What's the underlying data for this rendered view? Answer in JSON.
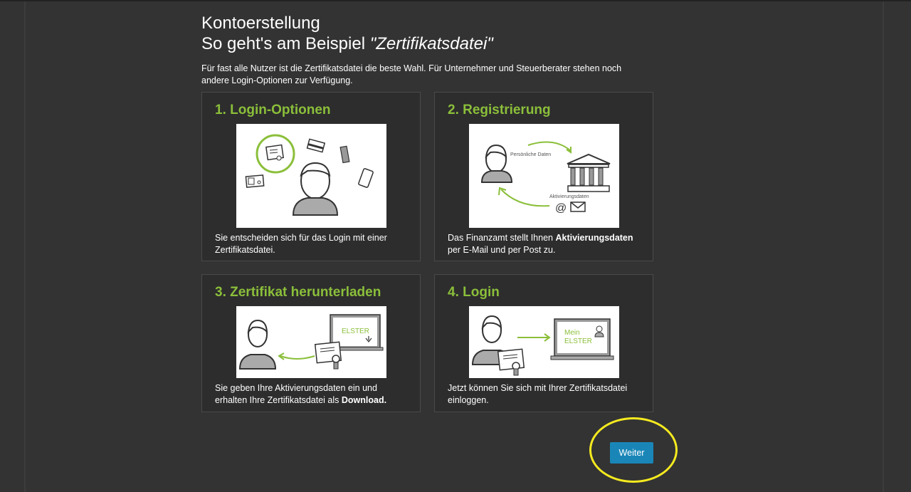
{
  "page": {
    "title_line1": "Kontoerstellung",
    "title_line2_prefix": "So geht's am Beispiel ",
    "title_line2_emphasis": "\"Zertifikatsdatei\"",
    "intro": "Für fast alle Nutzer ist die Zertifikatsdatei die beste Wahl. Für Unternehmer und Steuerberater stehen noch andere Login-Optionen zur Verfügung."
  },
  "steps": [
    {
      "title": "1. Login-Optionen",
      "text": "Sie entscheiden sich für das Login mit einer Zertifikatsdatei.",
      "image_label": "login-options-illustration"
    },
    {
      "title": "2. Registrierung",
      "text_prefix": "Das Finanzamt stellt Ihnen ",
      "text_bold": "Aktivierungsdaten",
      "text_suffix": " per E-Mail und per Post zu.",
      "image_labels": {
        "personal": "Persönliche Daten",
        "activation": "Aktivierungsdaten"
      }
    },
    {
      "title": "3. Zertifikat herunterladen",
      "text_prefix": "Sie geben Ihre Aktivierungsdaten ein und erhalten Ihre Zertifikatsdatei als ",
      "text_bold": "Download.",
      "image_labels": {
        "screen": "ELSTER"
      }
    },
    {
      "title": "4. Login",
      "text": "Jetzt können Sie sich mit Ihrer Zertifikatsdatei einloggen.",
      "image_labels": {
        "screen_line1": "Mein",
        "screen_line2": "ELSTER"
      }
    }
  ],
  "actions": {
    "next_label": "Weiter"
  },
  "colors": {
    "background": "#333333",
    "accent_green": "#8bbf3a",
    "button_blue": "#1a86b8",
    "highlight_yellow": "#f5ea1f"
  }
}
